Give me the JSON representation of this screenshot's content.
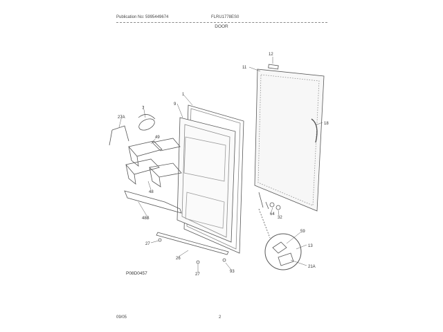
{
  "header": {
    "publication": "Publication No: 5995449674",
    "model": "FLRU1778ES0"
  },
  "title": "DOOR",
  "drawing_id": "P08D0457",
  "footer": {
    "date": "09/05",
    "page": "2"
  },
  "callouts": {
    "c1": "1",
    "c7": "7",
    "c9": "9",
    "c11": "11",
    "c12": "12",
    "c13": "13",
    "c18": "18",
    "c21a": "21A",
    "c26": "26",
    "c27a": "27",
    "c27b": "27",
    "c27A": "27A",
    "c32": "32",
    "c48a": "49",
    "c48b": "48",
    "c48B": "48B",
    "c59": "59",
    "c64": "64",
    "c93": "93"
  }
}
